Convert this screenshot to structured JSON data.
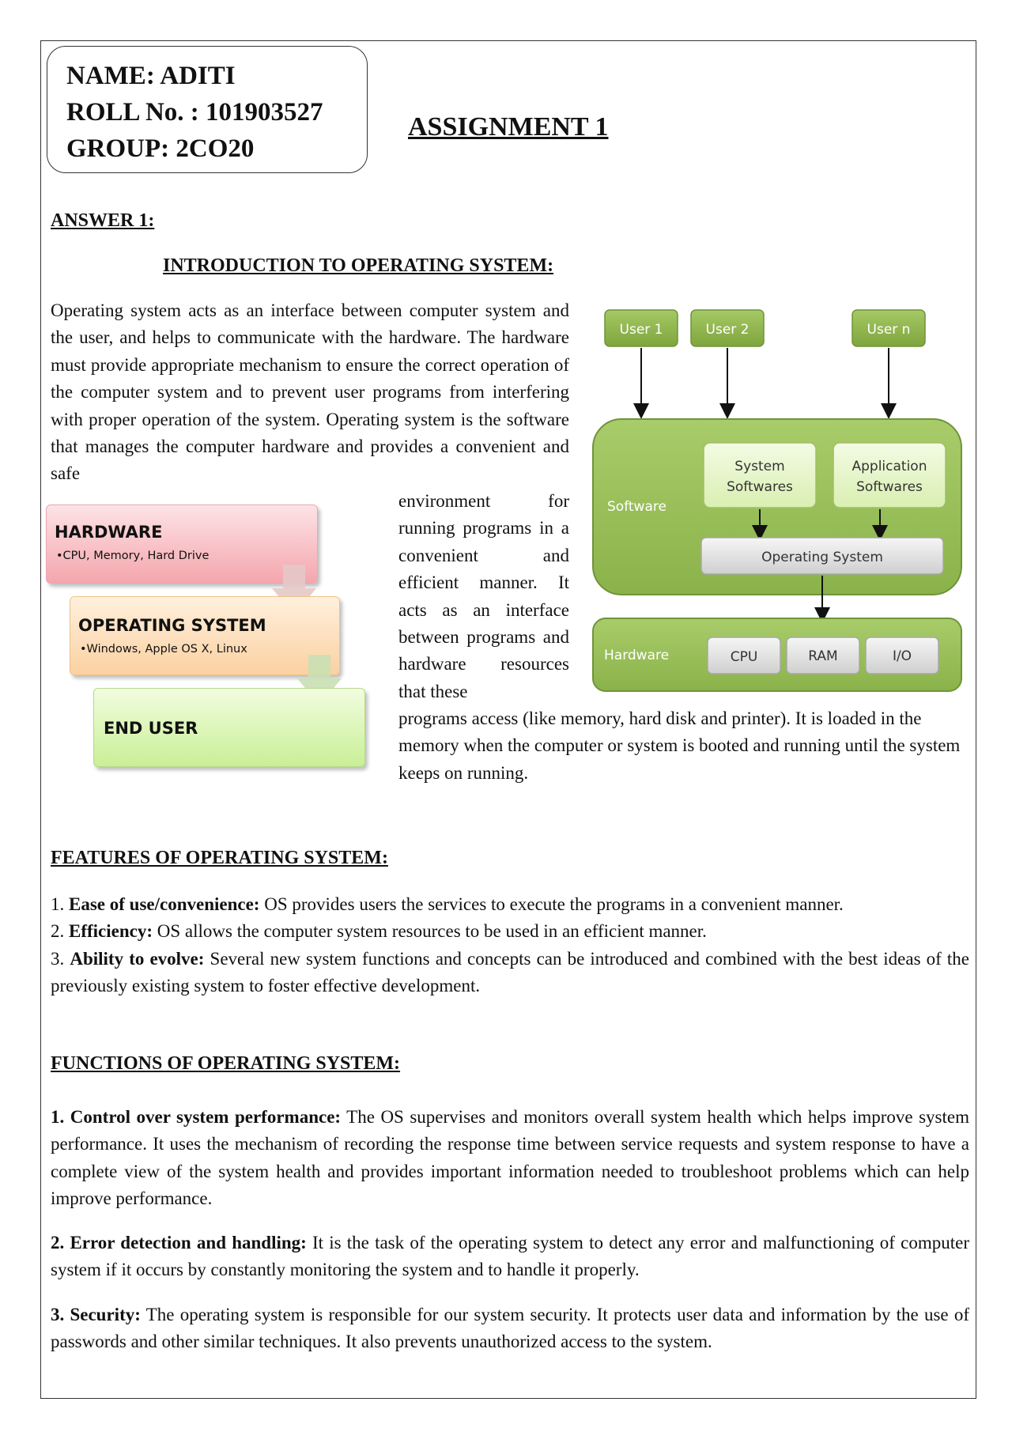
{
  "header": {
    "name_line": "NAME:  ADITI",
    "roll_line": "ROLL No. :  101903527",
    "group_line": "GROUP:  2CO20",
    "assignment_title": "ASSIGNMENT 1"
  },
  "answer_heading": "ANSWER 1:",
  "intro_heading": "INTRODUCTION TO OPERATING SYSTEM:",
  "intro": {
    "p1": "Operating system acts as an interface between computer system and the user, and helps to communicate with the hardware. The hardware must provide appropriate mechanism to ensure the correct operation of the computer system and to prevent user programs from interfering with proper operation of the system. Operating system is the software that manages the computer hardware and provides a convenient and safe",
    "p2": "environment for running programs in a convenient and efficient manner. It acts as an interface between programs and hardware resources that these",
    "p3": "programs access (like memory, hard disk and printer). It is loaded in the memory when the computer or system is booted and running until the system keeps on running."
  },
  "stack_diagram": {
    "hardware_title": "HARDWARE",
    "hardware_sub": "•CPU, Memory, Hard Drive",
    "os_title": "OPERATING SYSTEM",
    "os_sub": "•Windows, Apple OS X, Linux",
    "user_title": "END USER"
  },
  "os_diagram": {
    "user1": "User 1",
    "user2": "User 2",
    "usern": "User n",
    "software_label": "Software",
    "system_sw_l1": "System",
    "system_sw_l2": "Softwares",
    "app_sw_l1": "Application",
    "app_sw_l2": "Softwares",
    "os_label": "Operating System",
    "hardware_label": "Hardware",
    "cpu": "CPU",
    "ram": "RAM",
    "io": "I/O",
    "colors": {
      "green_fill": "#8fb34f",
      "green_dark": "#6f9438",
      "light_box": "#e7f5c8",
      "grey_box": "#e3e3e3"
    }
  },
  "features": {
    "heading": "FEATURES OF OPERATING SYSTEM:",
    "items": [
      {
        "num": "1.",
        "bold": "Ease of use/convenience:",
        "text": " OS provides users the services to execute the programs in a convenient manner."
      },
      {
        "num": "2.",
        "bold": "Efficiency:",
        "text": " OS allows the computer system resources to be used in an efficient manner."
      },
      {
        "num": "3.",
        "bold": "Ability to evolve:",
        "text": " Several new system functions and concepts can be introduced and combined with the best ideas of the previously existing system to foster effective development."
      }
    ]
  },
  "functions": {
    "heading": "FUNCTIONS OF OPERATING SYSTEM:",
    "items": [
      {
        "bold": "1. Control over system performance:",
        "text": " The OS supervises and monitors overall system health which helps improve system performance. It uses the mechanism of recording the response time between service requests and system response to have a complete view of the system health and provides important information needed to troubleshoot problems which can help improve performance."
      },
      {
        "bold": "2. Error detection and handling:",
        "text": " It is the task of the operating system to detect any error and malfunctioning of computer system if it occurs by constantly monitoring the system and to handle it properly."
      },
      {
        "bold": "3. Security:",
        "text": " The operating system is responsible for our system security. It protects user data and information by the use of passwords and other similar techniques. It also prevents unauthorized access to the system."
      }
    ]
  }
}
